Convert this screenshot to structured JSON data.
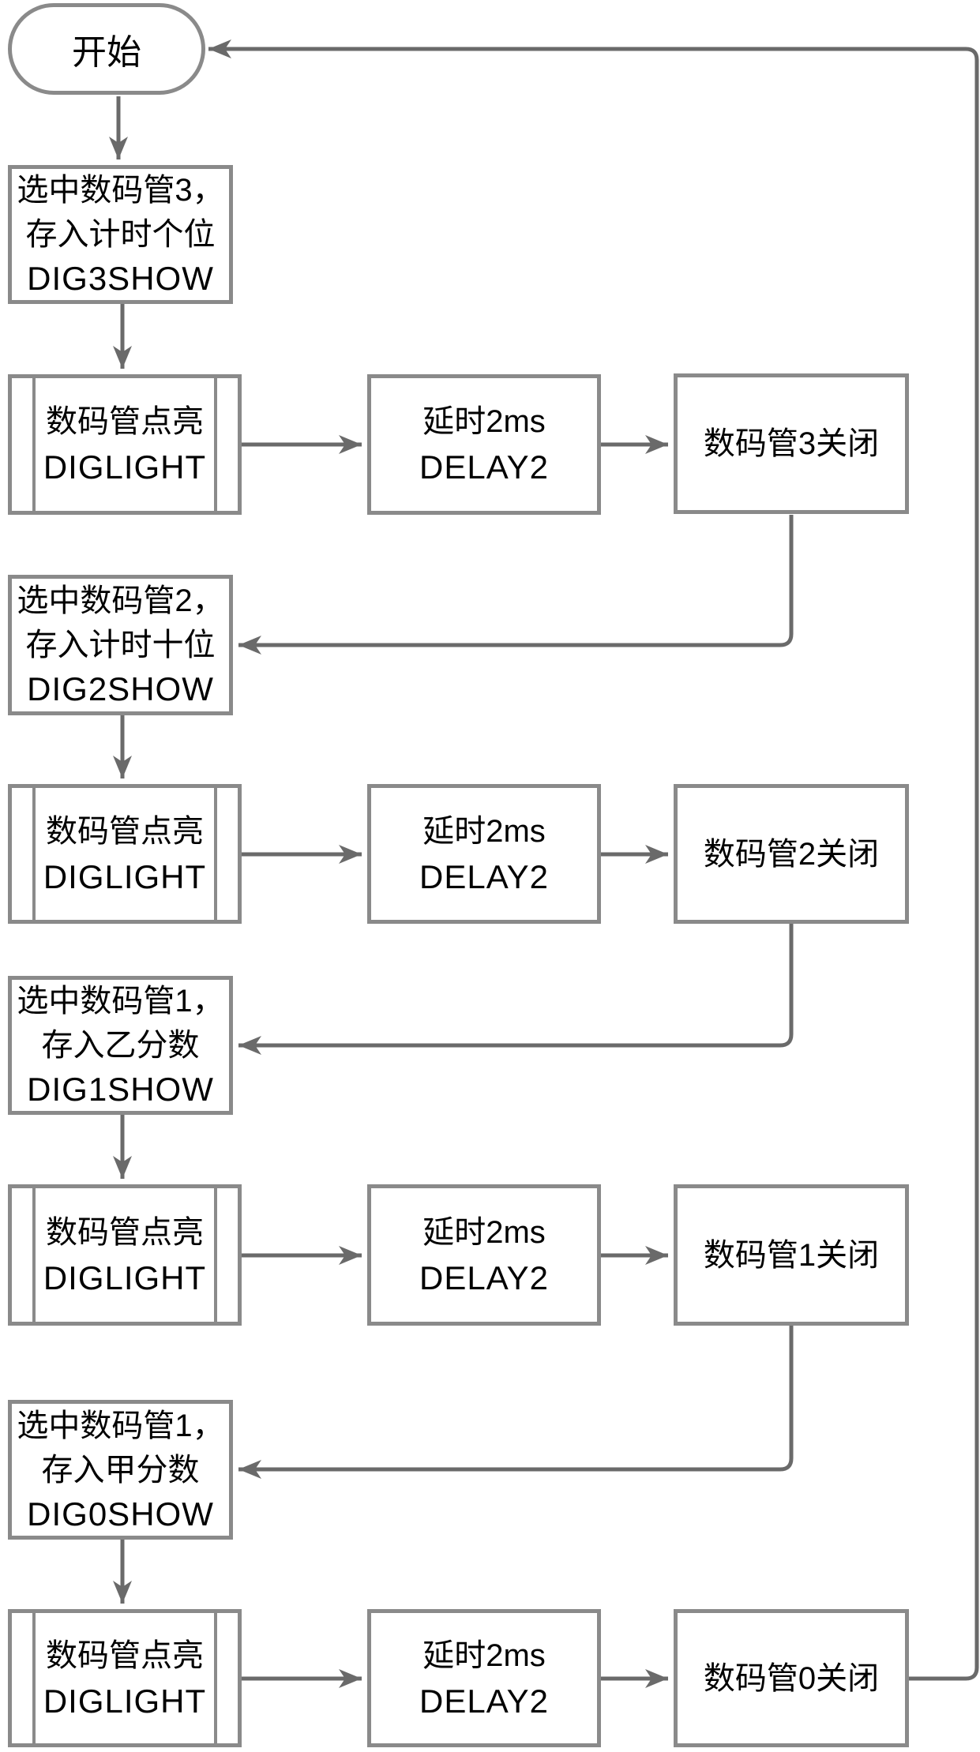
{
  "diagram": {
    "type": "flowchart",
    "colors": {
      "background": "#ffffff",
      "box_border": "#8a8a8a",
      "connector": "#6a6a6a",
      "text": "#000000"
    },
    "start": {
      "label": "开始"
    },
    "steps": [
      {
        "select": {
          "line1": "选中数码管3，",
          "line2": "存入计时个位",
          "line3": "DIG3SHOW"
        },
        "light": {
          "line1": "数码管点亮",
          "line2": "DIGLIGHT"
        },
        "delay": {
          "line1": "延时2ms",
          "line2": "DELAY2"
        },
        "close": {
          "label": "数码管3关闭"
        }
      },
      {
        "select": {
          "line1": "选中数码管2，",
          "line2": "存入计时十位",
          "line3": "DIG2SHOW"
        },
        "light": {
          "line1": "数码管点亮",
          "line2": "DIGLIGHT"
        },
        "delay": {
          "line1": "延时2ms",
          "line2": "DELAY2"
        },
        "close": {
          "label": "数码管2关闭"
        }
      },
      {
        "select": {
          "line1": "选中数码管1，",
          "line2": "存入乙分数",
          "line3": "DIG1SHOW"
        },
        "light": {
          "line1": "数码管点亮",
          "line2": "DIGLIGHT"
        },
        "delay": {
          "line1": "延时2ms",
          "line2": "DELAY2"
        },
        "close": {
          "label": "数码管1关闭"
        }
      },
      {
        "select": {
          "line1": "选中数码管1，",
          "line2": "存入甲分数",
          "line3": "DIG0SHOW"
        },
        "light": {
          "line1": "数码管点亮",
          "line2": "DIGLIGHT"
        },
        "delay": {
          "line1": "延时2ms",
          "line2": "DELAY2"
        },
        "close": {
          "label": "数码管0关闭"
        }
      }
    ]
  }
}
